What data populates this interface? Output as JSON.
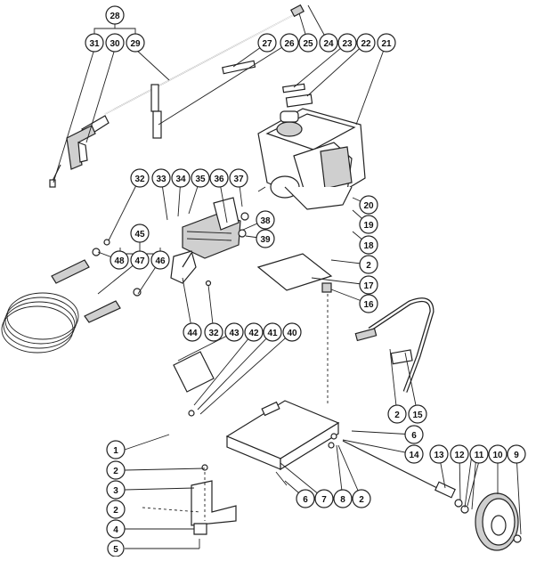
{
  "diagram": {
    "callouts": [
      "28",
      "31",
      "30",
      "29",
      "27",
      "26",
      "25",
      "24",
      "23",
      "22",
      "21",
      "32",
      "33",
      "34",
      "35",
      "36",
      "37",
      "20",
      "38",
      "19",
      "45",
      "39",
      "18",
      "48",
      "47",
      "46",
      "2",
      "17",
      "16",
      "44",
      "32",
      "43",
      "42",
      "41",
      "40",
      "2",
      "15",
      "1",
      "6",
      "2",
      "14",
      "13",
      "12",
      "11",
      "10",
      "9",
      "3",
      "6",
      "7",
      "8",
      "2",
      "2",
      "4",
      "5"
    ]
  }
}
